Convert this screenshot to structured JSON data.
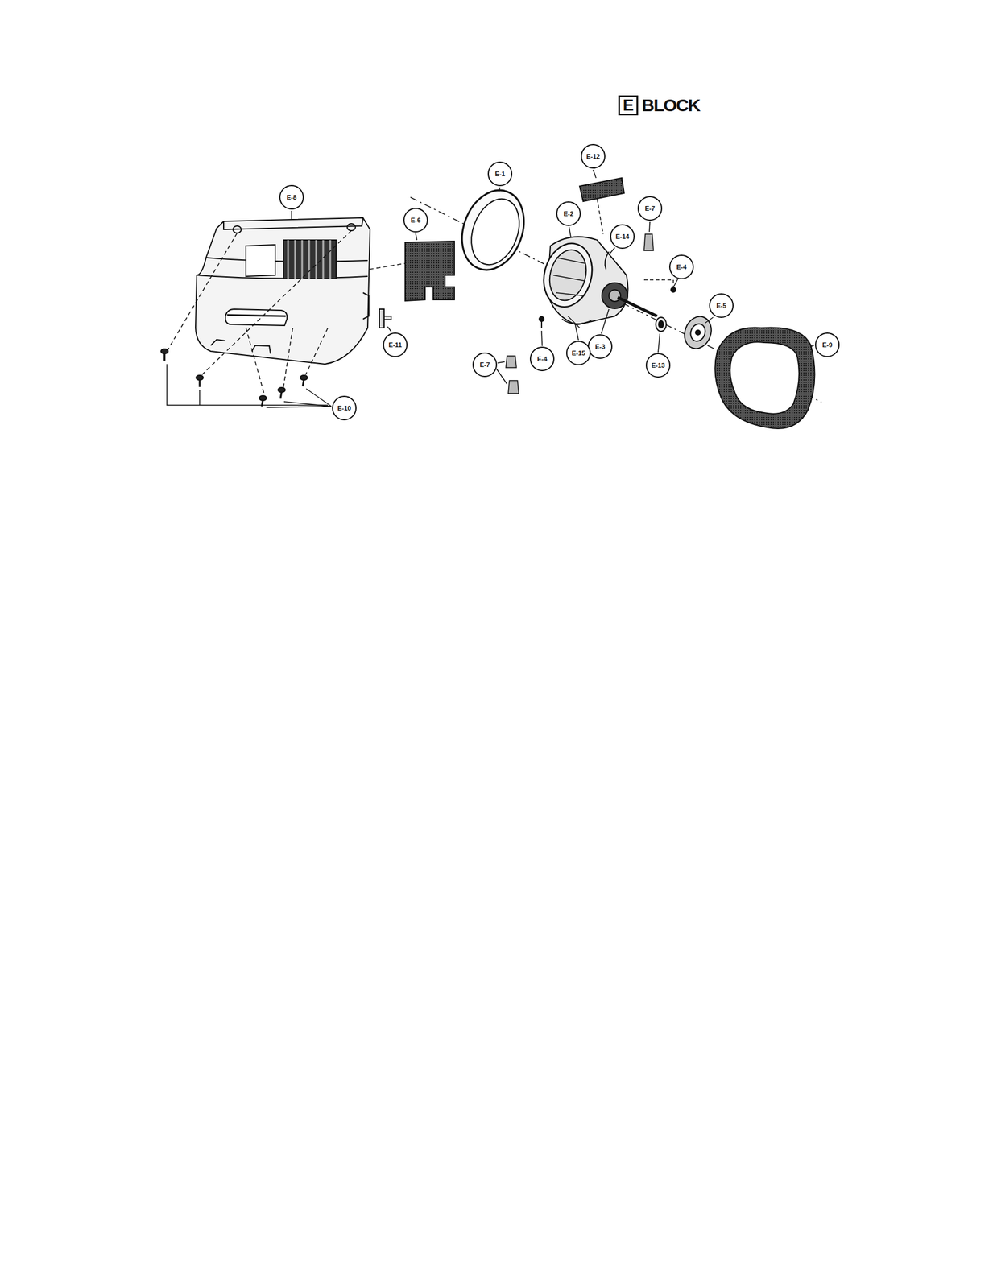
{
  "diagram": {
    "title": "BLOCK",
    "nodes": [
      {
        "text": [
          "E"
        ]
      }
    ],
    "labels": [
      "E-12",
      "E-1",
      "E-8",
      "E-7",
      "E-2",
      "E-6",
      "E-14",
      "E-4",
      "E-5",
      "E-11",
      "E-9",
      "E-3",
      "E-15",
      "E-4",
      "E-13",
      "E-7",
      "E-10"
    ]
  }
}
